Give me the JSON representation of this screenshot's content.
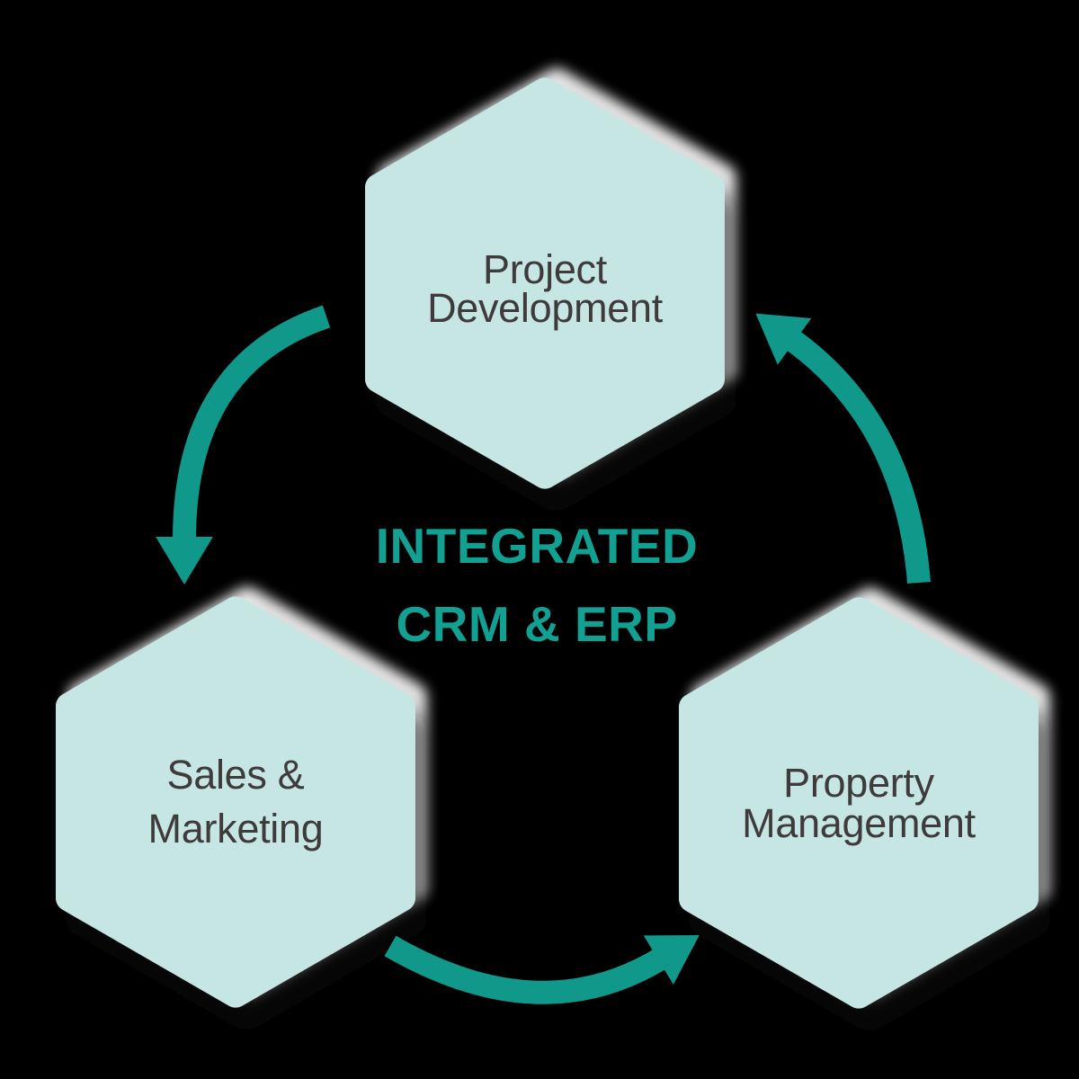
{
  "center_heading": {
    "line1": "INTEGRATED",
    "line2": "CRM & ERP"
  },
  "hexagons": [
    {
      "id": "project-development",
      "line1": "Project",
      "line2": "Development",
      "position": "top"
    },
    {
      "id": "sales-marketing",
      "line1": "Sales &",
      "line2": "Marketing",
      "position": "bottom-left"
    },
    {
      "id": "property-management",
      "line1": "Property",
      "line2": "Management",
      "position": "bottom-right"
    }
  ],
  "arrows": [
    {
      "id": "project-to-sales",
      "from": "Project Development",
      "to": "Sales & Marketing"
    },
    {
      "id": "sales-to-property",
      "from": "Sales & Marketing",
      "to": "Property Management"
    },
    {
      "id": "property-to-project",
      "from": "Property Management",
      "to": "Project Development"
    }
  ],
  "colors": {
    "background": "#000000",
    "hexagon_fill": "#c6e6e4",
    "hexagon_shadow_light": "#f2f2f2",
    "hexagon_shadow_dark": "#0a0a0a",
    "label_text": "#3f3b3a",
    "heading_text": "#12a093",
    "arrow": "#10988b"
  }
}
